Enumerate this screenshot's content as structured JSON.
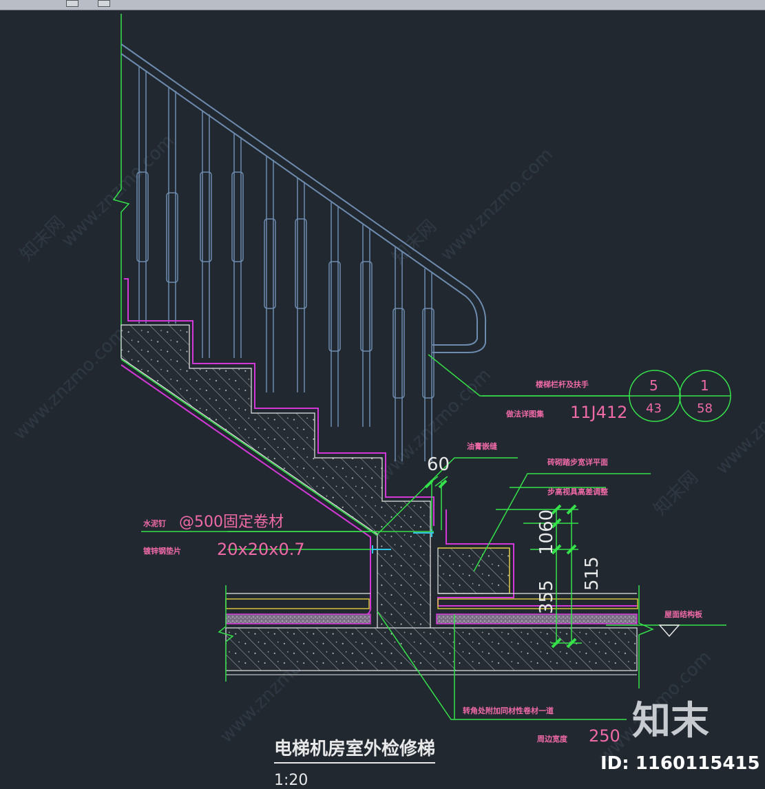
{
  "toolbar": {
    "buttons": [
      "window-button",
      "window-button"
    ]
  },
  "drawing": {
    "title": "电梯机房室外检修梯",
    "scale": "1:20"
  },
  "labels": {
    "railing_name": "楼梯栏杆及扶手",
    "railing_ref_prefix": "做法详图集",
    "railing_ref_code": "11J412",
    "ref1_top": "5",
    "ref1_bottom": "43",
    "ref2_top": "1",
    "ref2_bottom": "58",
    "sealant": "油膏嵌缝",
    "dim_60": "60",
    "step_level": "砖砌踏步宽详平面",
    "step_adjust": "步高视具高差调整",
    "dim_1060": "1060",
    "dim_515": "515",
    "dim_355": "355",
    "cement_nail": "水泥钉",
    "cement_nail_spec": "@500固定卷材",
    "washer": "镀锌钢垫片",
    "washer_spec": "20x20x0.7",
    "roof_slab": "屋面结构板",
    "corner_note": "转角处附加同材性卷材一道",
    "edge_width": "周边宽度",
    "dim_250": "250"
  },
  "watermark": {
    "site": "www.znzmo.com",
    "brand_cn": "知末网",
    "logo": "知末",
    "id_text": "ID: 1160115415"
  },
  "colors": {
    "background": "#212830",
    "green": "#35e24a",
    "magenta": "#d438d8",
    "pink_text": "#f06aa8",
    "steel_blue": "#6d8cb0",
    "white": "#e8e8e8",
    "yellow": "#d4c33a"
  }
}
